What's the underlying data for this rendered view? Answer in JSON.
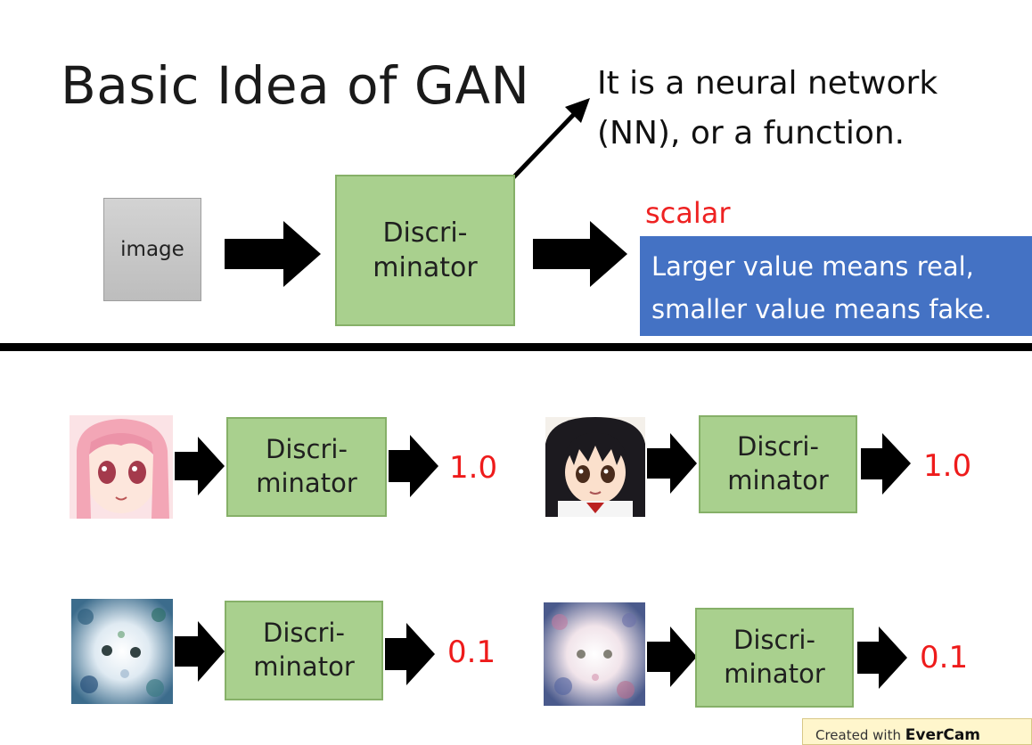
{
  "slide": {
    "title": "Basic Idea of GAN",
    "note_line1": "It is a neural network",
    "note_line2": "(NN), or a function."
  },
  "top_diagram": {
    "input_label": "image",
    "discriminator_label": "Discri-\nminator",
    "output_label": "scalar",
    "explanation_line1": "Larger value means real,",
    "explanation_line2": "smaller value means fake."
  },
  "examples": [
    {
      "image": "anime-face-pink-hair",
      "discriminator_label": "Discri-\nminator",
      "score": "1.0"
    },
    {
      "image": "anime-face-black-hair",
      "discriminator_label": "Discri-\nminator",
      "score": "1.0"
    },
    {
      "image": "noisy-generated-image-blue",
      "discriminator_label": "Discri-\nminator",
      "score": "0.1"
    },
    {
      "image": "noisy-generated-image-pink",
      "discriminator_label": "Discri-\nminator",
      "score": "0.1"
    }
  ],
  "watermark": {
    "prefix": "Created with",
    "brand": "EverCam"
  },
  "colors": {
    "discriminator_fill": "#a9d08e",
    "explanation_box": "#4472c4",
    "scalar_text": "#ee2222",
    "score_text": "#ee1b1b"
  }
}
